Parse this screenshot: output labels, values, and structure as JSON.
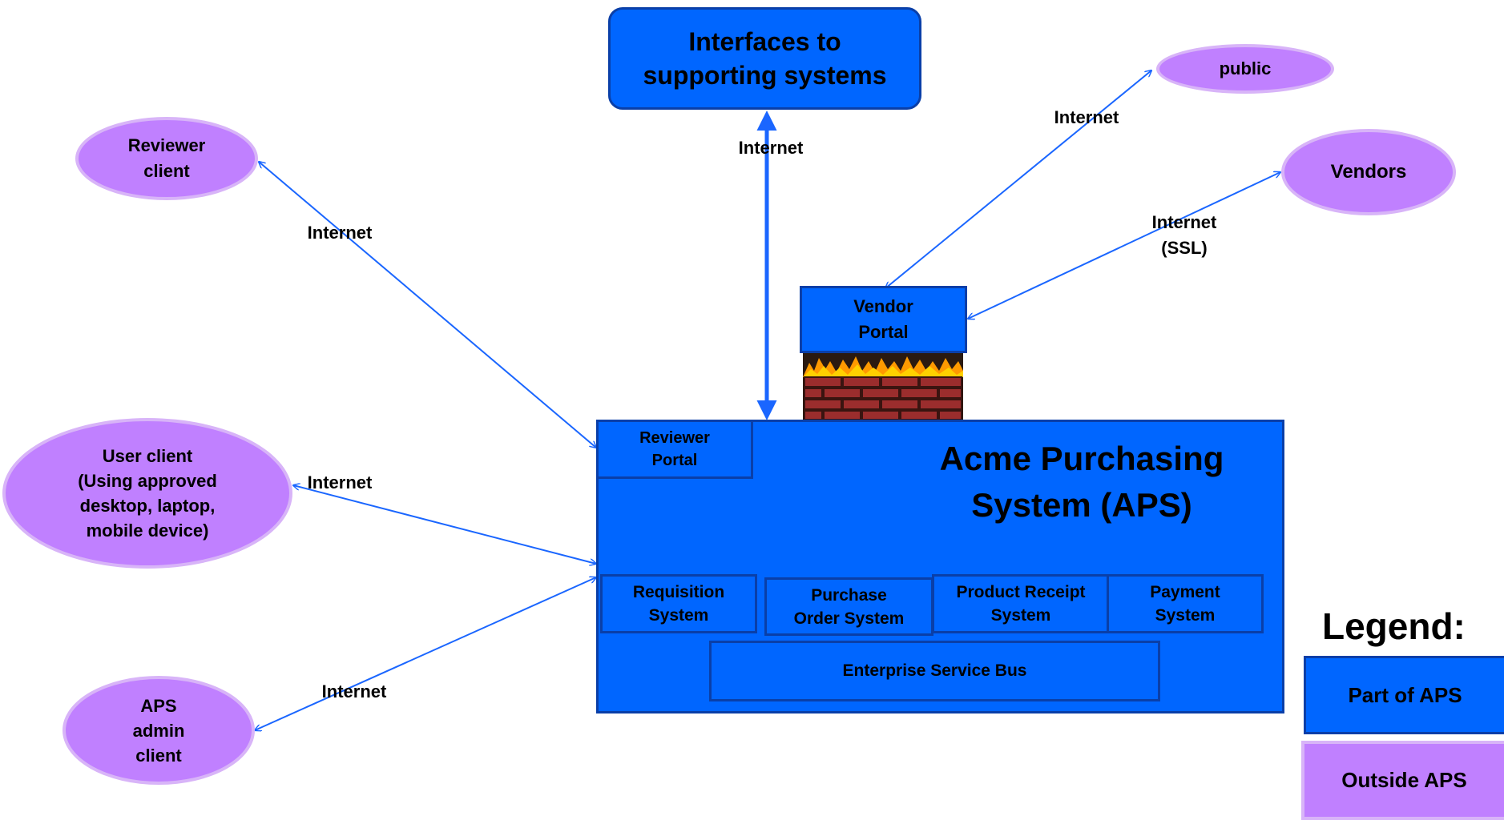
{
  "nodes": {
    "interfaces": "Interfaces to\nsupporting systems",
    "public": "public",
    "vendors": "Vendors",
    "reviewer_client": "Reviewer\nclient",
    "user_client": "User client\n(Using approved\ndesktop, laptop,\nmobile device)",
    "aps_admin_client": "APS\nadmin\nclient",
    "vendor_portal": "Vendor\nPortal",
    "reviewer_portal": "Reviewer\nPortal",
    "aps_title": "Acme Purchasing\nSystem (APS)",
    "requisition": "Requisition\nSystem",
    "purchase_order": "Purchase\nOrder System",
    "product_receipt": "Product Receipt\nSystem",
    "payment": "Payment\nSystem",
    "esb": "Enterprise Service Bus"
  },
  "connections": {
    "interfaces": "Internet",
    "public": "Internet",
    "vendors": "Internet\n(SSL)",
    "reviewer": "Internet",
    "user": "Internet",
    "admin": "Internet"
  },
  "legend": {
    "title": "Legend:",
    "part": "Part of APS",
    "outside": "Outside APS"
  },
  "colors": {
    "inside": "#0066ff",
    "outside": "#c080ff",
    "connector": "#1a66ff"
  }
}
